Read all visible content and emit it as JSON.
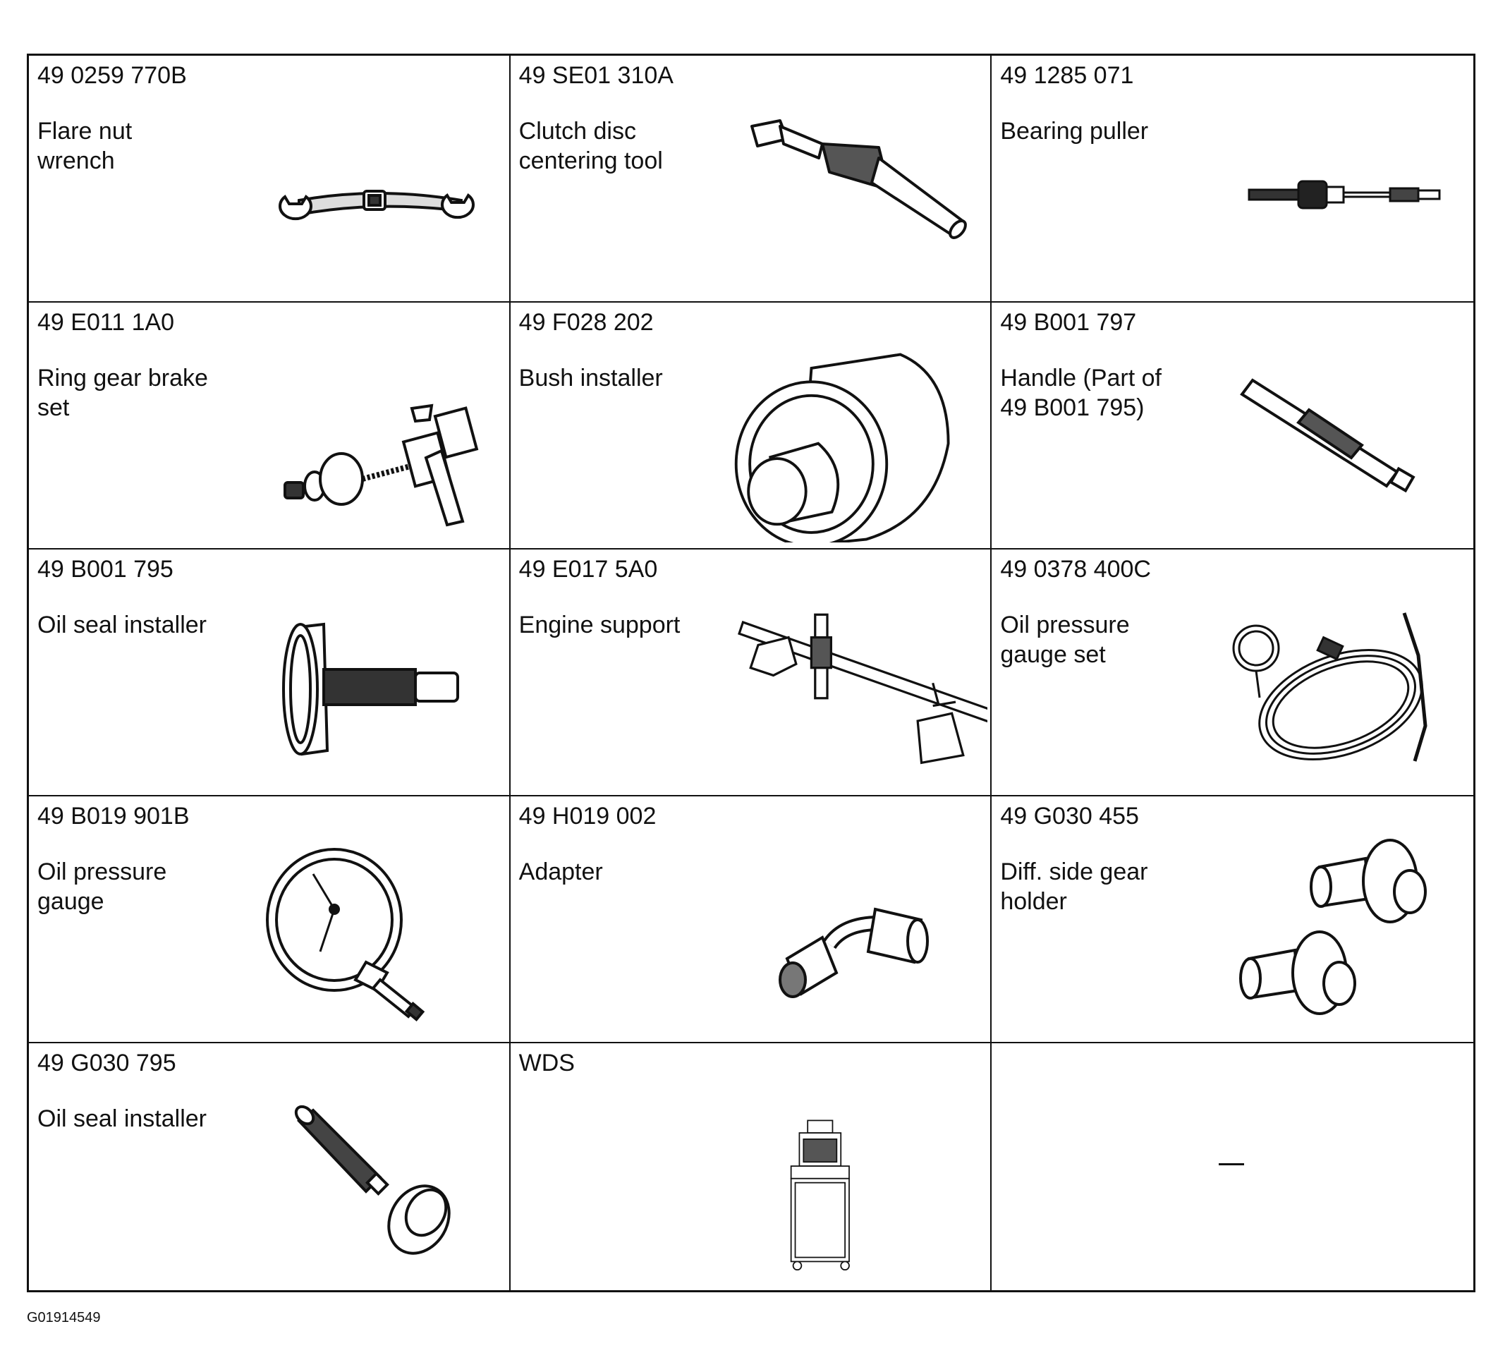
{
  "tools": [
    {
      "part_number": "49 0259 770B",
      "name": "Flare nut wrench",
      "icon": "flare-nut-wrench-icon"
    },
    {
      "part_number": "49 SE01 310A",
      "name": "Clutch disc centering tool",
      "icon": "clutch-disc-centering-tool-icon"
    },
    {
      "part_number": "49 1285 071",
      "name": "Bearing puller",
      "icon": "bearing-puller-icon"
    },
    {
      "part_number": "49 E011 1A0",
      "name": "Ring gear brake set",
      "icon": "ring-gear-brake-set-icon"
    },
    {
      "part_number": "49 F028 202",
      "name": "Bush installer",
      "icon": "bush-installer-icon"
    },
    {
      "part_number": "49 B001 797",
      "name": "Handle (Part of 49 B001 795)",
      "icon": "handle-icon"
    },
    {
      "part_number": "49 B001 795",
      "name": "Oil seal installer",
      "icon": "oil-seal-installer-icon"
    },
    {
      "part_number": "49 E017 5A0",
      "name": "Engine support",
      "icon": "engine-support-icon"
    },
    {
      "part_number": "49 0378 400C",
      "name": "Oil pressure gauge set",
      "icon": "oil-pressure-gauge-set-icon"
    },
    {
      "part_number": "49 B019 901B",
      "name": "Oil pressure gauge",
      "icon": "oil-pressure-gauge-icon"
    },
    {
      "part_number": "49 H019 002",
      "name": "Adapter",
      "icon": "adapter-icon"
    },
    {
      "part_number": "49 G030 455",
      "name": "Diff. side gear holder",
      "icon": "diff-side-gear-holder-icon"
    },
    {
      "part_number": "49 G030 795",
      "name": "Oil seal installer",
      "icon": "oil-seal-installer-with-seal-icon"
    },
    {
      "part_number": "WDS",
      "name": "",
      "icon": "wds-diagnostic-cart-icon"
    },
    {
      "part_number": "",
      "name": "",
      "icon": "dash-placeholder-icon"
    }
  ],
  "figure_id": "G01914549"
}
